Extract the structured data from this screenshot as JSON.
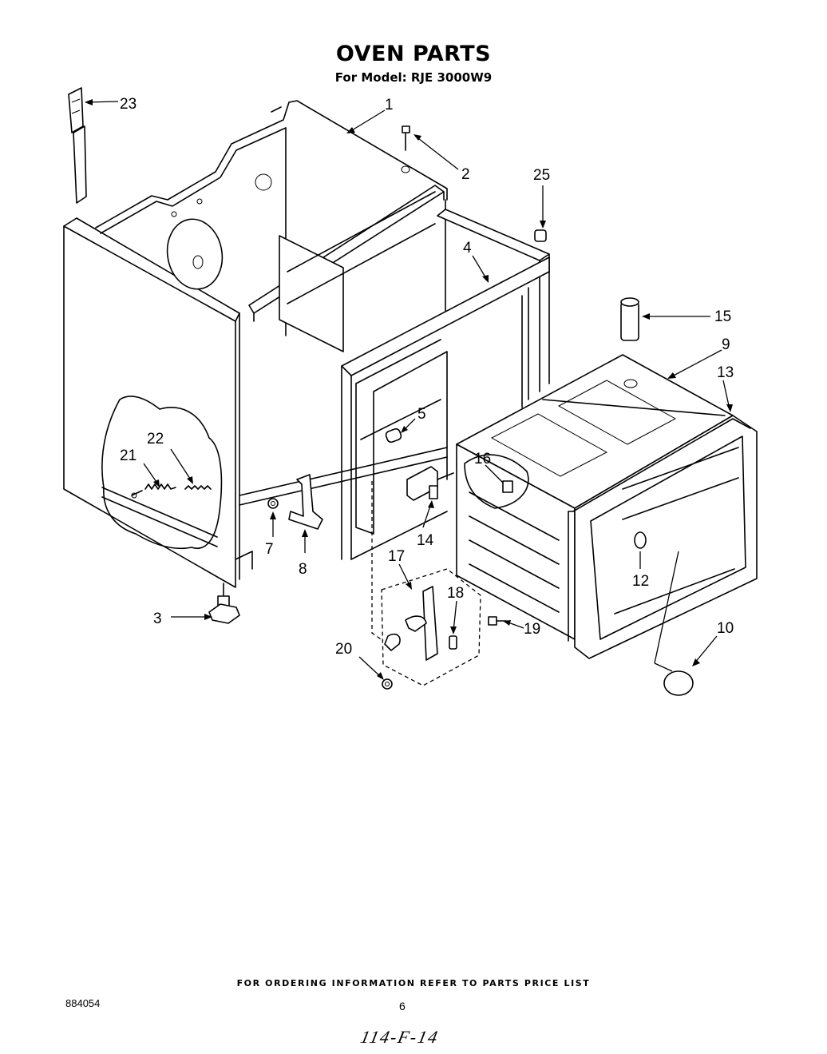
{
  "title": "OVEN PARTS",
  "subtitle": "For Model: RJE 3000W9",
  "footer": {
    "ordering_note": "FOR ORDERING INFORMATION REFER TO PARTS PRICE LIST",
    "document_number": "884054",
    "page_number": "6",
    "handwritten_note": "114-F-14"
  },
  "callouts": {
    "c1": "1",
    "c2": "2",
    "c3": "3",
    "c4": "4",
    "c5": "5",
    "c7": "7",
    "c8": "8",
    "c9": "9",
    "c10": "10",
    "c12": "12",
    "c13": "13",
    "c14": "14",
    "c15": "15",
    "c16": "16",
    "c17": "17",
    "c18": "18",
    "c19": "19",
    "c20": "20",
    "c21": "21",
    "c22": "22",
    "c23": "23",
    "c25": "25"
  }
}
